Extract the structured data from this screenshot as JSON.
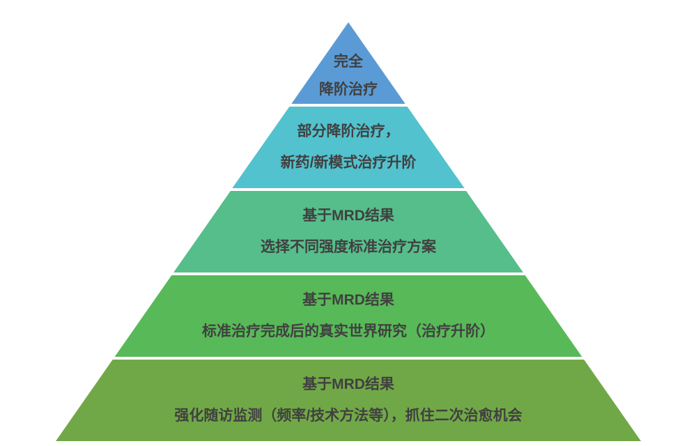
{
  "pyramid": {
    "text_color": "#404040",
    "levels": [
      {
        "line1": "完全",
        "line2": "降阶治疗",
        "color": "#5B9BD5"
      },
      {
        "line1": "部分降阶治疗，",
        "line2": "新药/新模式治疗升阶",
        "color": "#52C2CE"
      },
      {
        "line1": "基于MRD结果",
        "line2": "选择不同强度标准治疗方案",
        "color": "#56BE8B"
      },
      {
        "line1": "基于MRD结果",
        "line2": "标准治疗完成后的真实世界研究（治疗升阶）",
        "color": "#58B958"
      },
      {
        "line1": "基于MRD结果",
        "line2": "强化随访监测（频率/技术方法等），抓住二次治愈机会",
        "color": "#71A847"
      }
    ]
  }
}
